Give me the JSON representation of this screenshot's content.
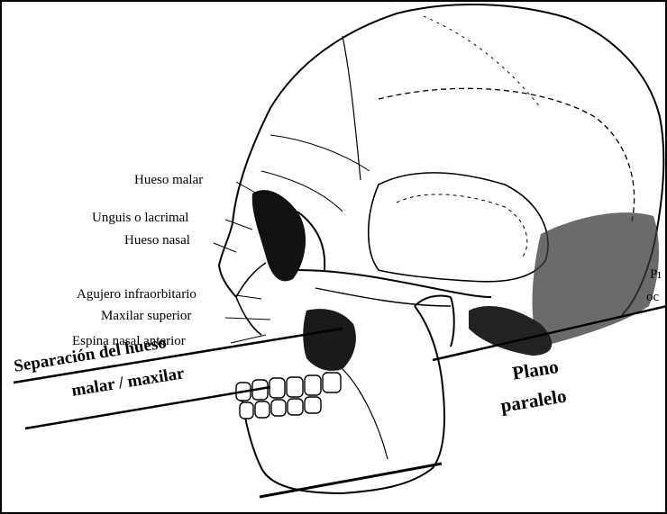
{
  "labels": {
    "hueso_malar": "Hueso malar",
    "unguis": "Unguis o lacrimal",
    "hueso_nasal": "Hueso nasal",
    "agujero": "Agujero infraorbitario",
    "maxilar_superior": "Maxilar superior",
    "espina_nasal": "Espina nasal anterior",
    "separacion_line1": "Separación del hueso",
    "separacion_line2": "malar / maxilar",
    "plano_line1": "Plano",
    "plano_line2": "paralelo",
    "cut_p": "Pı",
    "cut_oc": "oc"
  }
}
